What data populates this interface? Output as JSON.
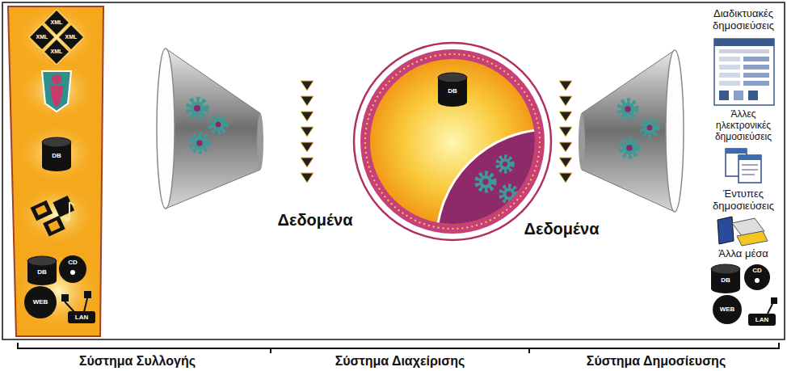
{
  "diagram": {
    "labels": [
      "Διαδικτυακές δημοσιεύσεις",
      "Άλλες ηλεκτρονικές δημοσιεύσεις",
      "Έντυπες δημοσιεύσεις",
      "Άλλα μέσα",
      "Δεδομένα",
      "Δεδομένα",
      "Σύστημα Συλλογής",
      "Σύστημα Διαχείρισης",
      "Σύστημα Δημοσίευσης",
      "XML",
      "XML",
      "XML",
      "XML",
      "DB",
      "DB",
      "CD",
      "WEB",
      "LAN",
      "DB",
      "DB",
      "CD",
      "WEB",
      "LAN"
    ]
  }
}
